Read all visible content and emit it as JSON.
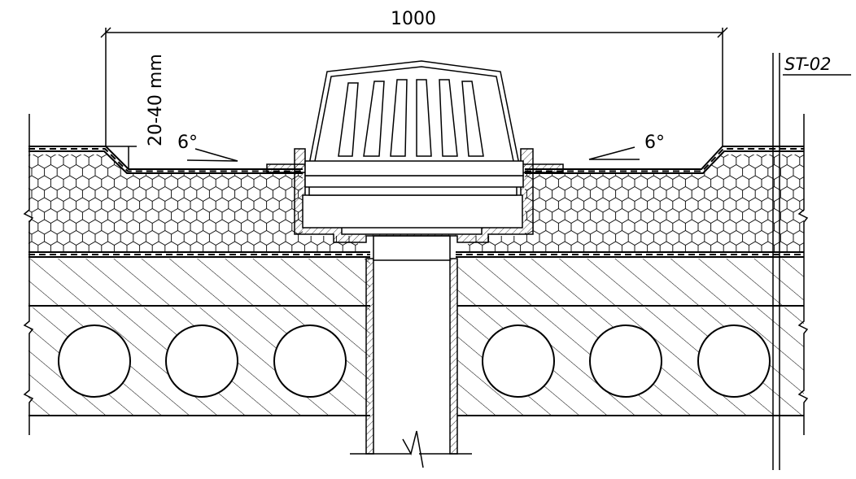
{
  "labels": {
    "width_dimension": "1000",
    "height_dimension": "20-40 mm",
    "slope_left": "6°",
    "slope_right": "6°",
    "sheet_ref": "ST-02"
  },
  "colors": {
    "line": "#000000",
    "background": "#ffffff"
  }
}
